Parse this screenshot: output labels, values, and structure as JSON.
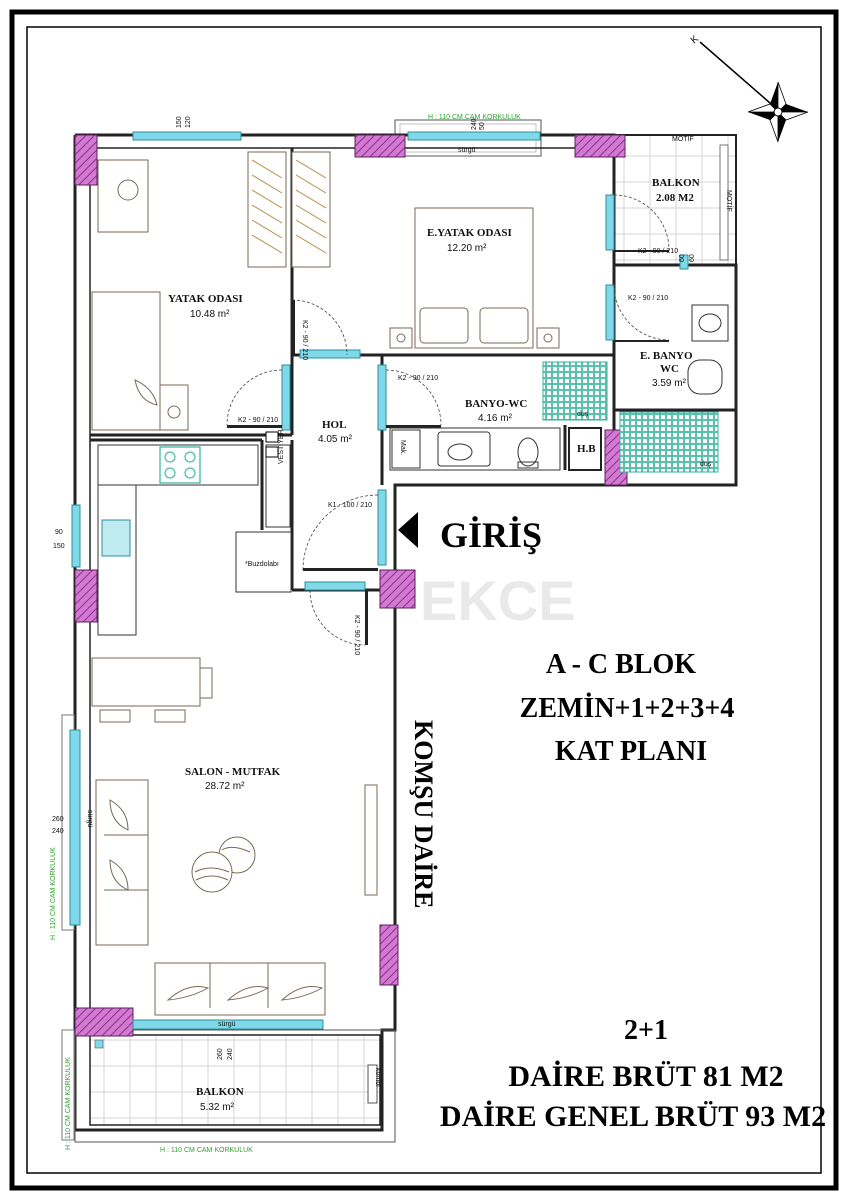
{
  "colors": {
    "wall": "#222222",
    "column_fill": "#cc66cc",
    "glass": "#7fd9e8",
    "bath_tile": "#2fb39a",
    "furniture": "#7a6a55",
    "railing_label": "#2aa52a"
  },
  "north_label": "K",
  "rooms": {
    "yatak_odasi": {
      "name": "YATAK ODASI",
      "area": "10.48 m²"
    },
    "e_yatak_odasi": {
      "name": "E.YATAK ODASI",
      "area": "12.20 m²"
    },
    "balkon_top": {
      "name": "BALKON",
      "area": "2.08 M2"
    },
    "e_banyo": {
      "name_line1": "E. BANYO",
      "name_line2": "WC",
      "area": "3.59 m²"
    },
    "banyo_wc": {
      "name": "BANYO-WC",
      "area": "4.16 m²"
    },
    "hol": {
      "name": "HOL",
      "area": "4.05 m²"
    },
    "salon": {
      "name": "SALON - MUTFAK",
      "area": "28.72 m²"
    },
    "balkon_bottom": {
      "name": "BALKON",
      "area": "5.32 m²"
    }
  },
  "labels": {
    "hb": "H.B",
    "vestiyer": "VESTİYER",
    "buzdolabi": "*Buzdolabı",
    "kombi": "kombi",
    "motif": "MOTİF",
    "surgu": "sürgü",
    "dus": "duş",
    "mak": "Mak."
  },
  "railing": {
    "top": "H : 110 CM CAM KORKULUK",
    "left": "H : 110 CM CAM KORKULUK",
    "left_bottom": "H : 110 CM CAM KORKULUK",
    "bottom": "H : 110 CM CAM KORKULUK"
  },
  "dims": {
    "win_top_a": "150",
    "win_top_b": "120",
    "win_top_c": "240",
    "win_top_d": "50",
    "win_left_a": "90",
    "win_left_b": "150",
    "win_salon_a": "260",
    "win_salon_b": "240",
    "win_balkon_a": "260",
    "win_balkon_b": "240",
    "bath_win": "60",
    "bath_win2": "60"
  },
  "doors": {
    "d1": "K2 - 90 / 210",
    "d2": "K2 - 90 / 210",
    "d3": "K2 - 90 / 210",
    "d4": "K2 - 90 / 210",
    "d5": "K2 - 90 / 210",
    "d6": "K1 - 100 / 210",
    "d7": "K2 - 90 / 210"
  },
  "entrance": "GİRİŞ",
  "neighbor": "KOMŞU DAİRE",
  "watermark": "EKCE",
  "block": {
    "line1": "A - C BLOK",
    "line2": "ZEMİN+1+2+3+4",
    "line3": "KAT PLANI"
  },
  "summary": {
    "type": "2+1",
    "gross": "DAİRE BRÜT 81 M2",
    "general_gross": "DAİRE GENEL BRÜT 93 M2"
  }
}
